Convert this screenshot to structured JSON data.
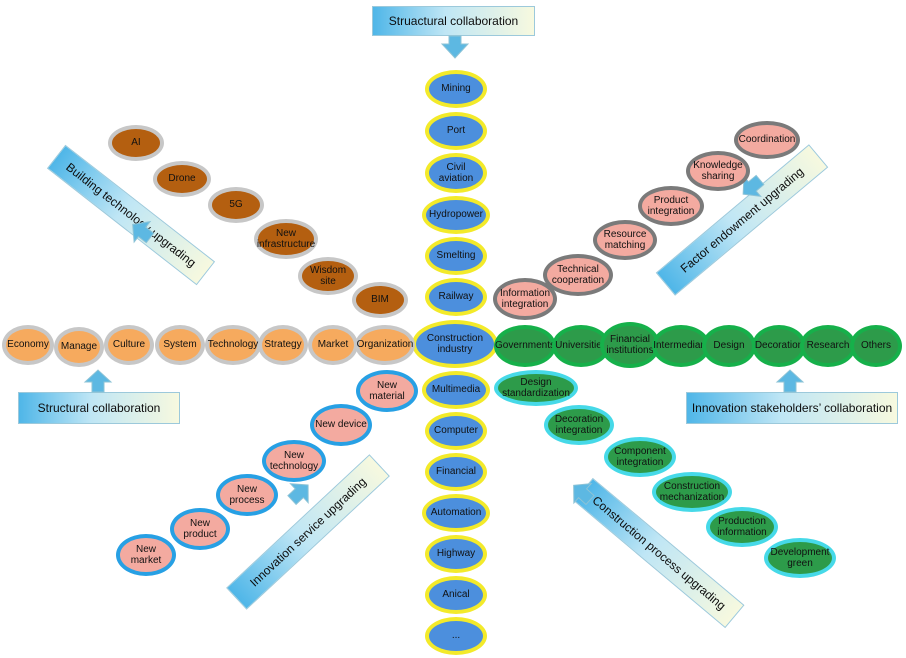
{
  "banners": {
    "top": "Struactural collaboration",
    "left": "Structural collaboration",
    "right": "Innovation stakeholders’ collaboration",
    "building_tech": "Building technology upgrading",
    "factor": "Factor endowment upgrading",
    "innovation_service": "Innovation service upgrading",
    "construction_process": "Construction process upgrading"
  },
  "spine": [
    "Mining",
    "Port",
    "Civil aviation",
    "Hydropower",
    "Smelting",
    "Railway",
    "Construction industry",
    "Multimedia",
    "Computer",
    "Financial",
    "Automation",
    "Highway",
    "Anical",
    "..."
  ],
  "building_tech": [
    "AI",
    "Drone",
    "5G",
    "New infrastructure",
    "Wisdom site",
    "BIM"
  ],
  "factor": [
    "Coordination",
    "Knowledge sharing",
    "Product integration",
    "Resource matching",
    "Technical cooperation",
    "Information integration"
  ],
  "structural_left": [
    "Economy",
    "Manage",
    "Culture",
    "System",
    "Technology",
    "Strategy",
    "Market",
    "Organization"
  ],
  "stakeholders": [
    "Governments",
    "Universities",
    "Financial institutions",
    "Intermediary",
    "Design",
    "Decoration",
    "Research",
    "Others"
  ],
  "innovation_service": [
    "New material",
    "New device",
    "New technology",
    "New process",
    "New product",
    "New market"
  ],
  "construction_process": [
    "Design standardization",
    "Decoration integration",
    "Component integration",
    "Construction mechanization",
    "Production information",
    "Development green"
  ],
  "colors": {
    "spine_fill": "#4c8fdd",
    "spine_border": "#f3ea2a",
    "brown": "#b45f10",
    "orange": "#f6aa5e",
    "pink": "#f3aaa0",
    "green": "#2d9b4a",
    "cyan": "#46d9e8",
    "banner_blue": "#4fb6e8"
  }
}
